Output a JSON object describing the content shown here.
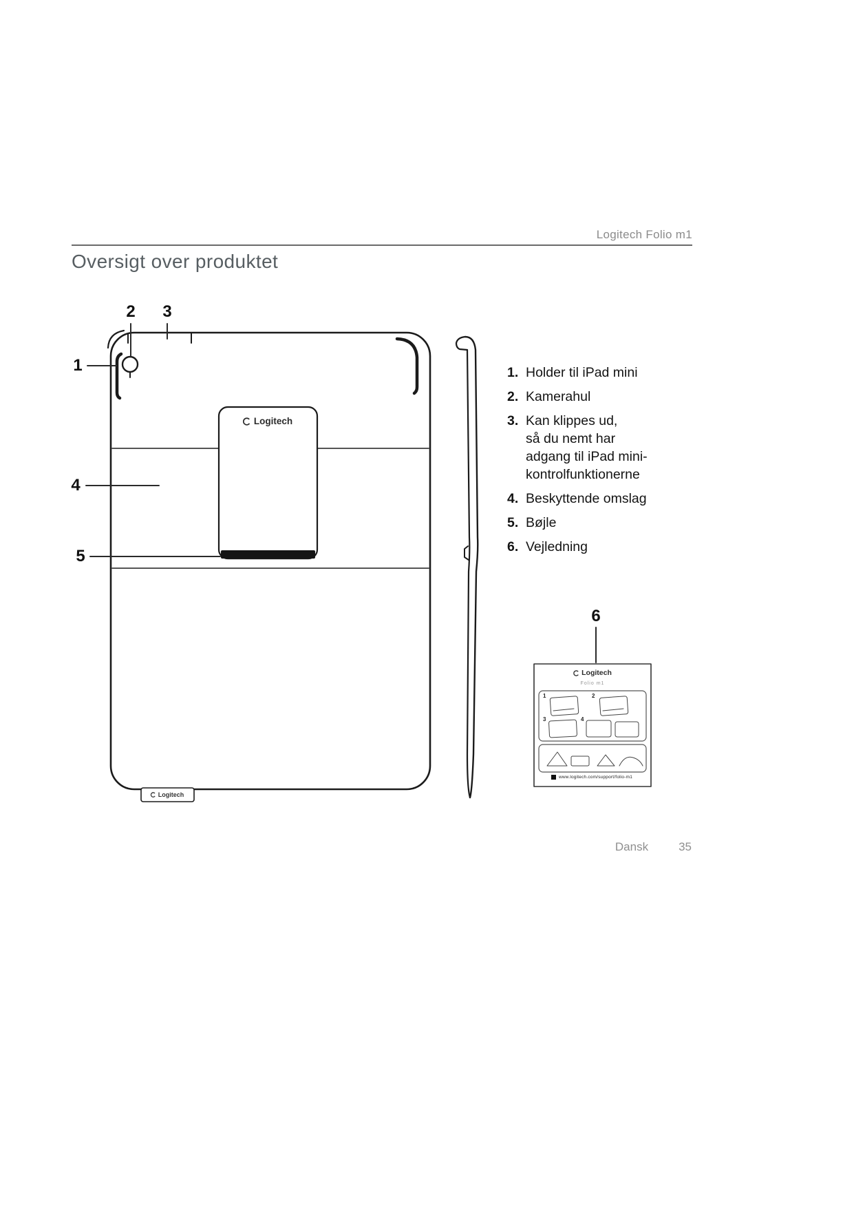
{
  "page": {
    "header_brand": "Logitech Folio m1",
    "title": "Oversigt over produktet",
    "footer_language": "Dansk",
    "footer_page": "35"
  },
  "callouts": {
    "c1": "1",
    "c2": "2",
    "c3": "3",
    "c4": "4",
    "c5": "5",
    "c6": "6"
  },
  "legend": {
    "items": [
      {
        "num": "1.",
        "text": "Holder til iPad mini"
      },
      {
        "num": "2.",
        "text": "Kamerahul"
      },
      {
        "num": "3.",
        "text": "Kan klippes ud,\nså du nemt har\nadgang til iPad mini-\nkontrolfunktionerne"
      },
      {
        "num": "4.",
        "text": "Beskyttende omslag"
      },
      {
        "num": "5.",
        "text": "Bøjle"
      },
      {
        "num": "6.",
        "text": "Vejledning"
      }
    ]
  },
  "diagram": {
    "back_logo": "Logitech",
    "tab_logo": "Logitech"
  },
  "guide_card": {
    "logo": "Logitech",
    "model": "Folio m1",
    "steps": [
      "1",
      "2",
      "3",
      "4"
    ],
    "url": "www.logitech.com/support/folio-m1"
  }
}
